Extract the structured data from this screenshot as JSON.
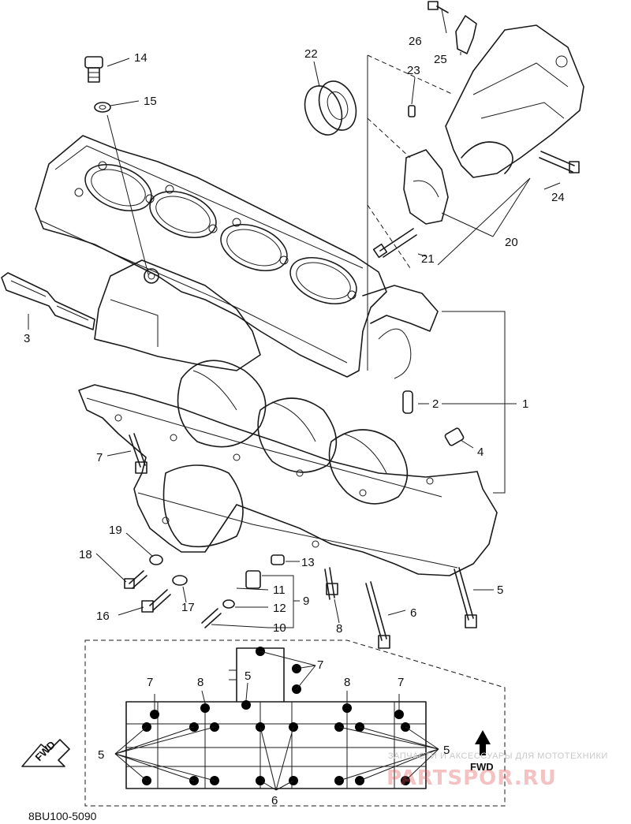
{
  "diagram_code": "8BU100-5090",
  "watermark": {
    "line1": "ЗАПЧАСТИ И АКСЕССУАРЫ ДЛЯ МОТОТЕХНИКИ",
    "line2": "PARTSPOR.RU"
  },
  "fwd_label": "FWD",
  "parts": {
    "p1": "1",
    "p2": "2",
    "p3": "3",
    "p4": "4",
    "p5": "5",
    "p6": "6",
    "p7": "7",
    "p8": "8",
    "p9": "9",
    "p10": "10",
    "p11": "11",
    "p12": "12",
    "p13": "13",
    "p14": "14",
    "p15": "15",
    "p16": "16",
    "p17": "17",
    "p18": "18",
    "p19": "19",
    "p20": "20",
    "p21": "21",
    "p22": "22",
    "p23": "23",
    "p24": "24",
    "p25": "25",
    "p26": "26"
  },
  "inset_labels": {
    "b5_left": "5",
    "b5_right": "5",
    "b6": "6",
    "b7_a": "7",
    "b7_b": "7",
    "b7_c": "7",
    "b8_a": "8",
    "b8_b": "8",
    "b5_top": "5"
  }
}
